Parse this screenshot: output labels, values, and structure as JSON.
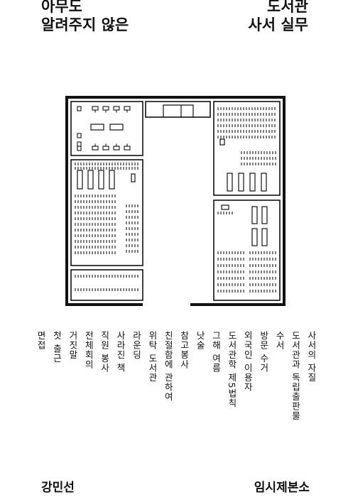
{
  "title_left": [
    "아무도",
    "알려주지 않은"
  ],
  "title_right": [
    "도서관",
    "사서 실무"
  ],
  "contents": [
    "사서의 자질",
    "도서관과 독립출판물",
    "수서",
    "방문 수거",
    "외국인 이용자",
    "도서관학 제5법칙",
    "그해 여름",
    "낫술",
    "참고봉사",
    "친절함에 관하여",
    "위탁 도서관",
    "라운딩",
    "사라진 책",
    "직원 봉사",
    "전체회의",
    "거짓말",
    "첫 출근",
    "면접"
  ],
  "author": "강민선",
  "publisher": "임시제본소"
}
